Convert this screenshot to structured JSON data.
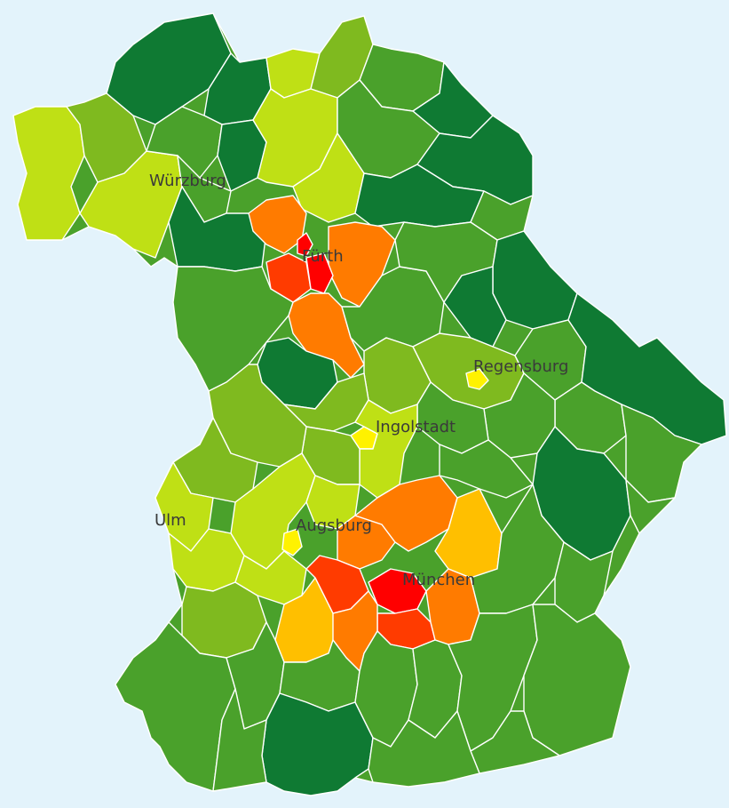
{
  "palette": {
    "background": "#e3f3fb",
    "dark_green": "#0f7a33",
    "forest_green": "#2f8f2c",
    "mid_green": "#4aa12b",
    "light_green": "#7fba1f",
    "yellow_green": "#bfe015",
    "yellow": "#fff200",
    "gold": "#ffbf00",
    "orange": "#ff7b00",
    "red_orange": "#ff3b00",
    "red": "#ff0000",
    "border": "#ffffff"
  },
  "cities": [
    {
      "name": "Würzburg"
    },
    {
      "name": "Fürth"
    },
    {
      "name": "Regensburg"
    },
    {
      "name": "Ingolstadt"
    },
    {
      "name": "Ulm"
    },
    {
      "name": "Augsburg"
    },
    {
      "name": "München"
    }
  ]
}
